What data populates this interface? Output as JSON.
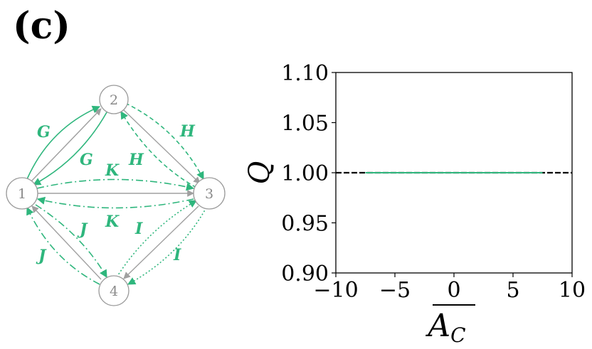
{
  "panel_label": "(c)",
  "network": {
    "nodes": [
      {
        "id": "1",
        "label": "1"
      },
      {
        "id": "2",
        "label": "2"
      },
      {
        "id": "3",
        "label": "3"
      },
      {
        "id": "4",
        "label": "4"
      }
    ],
    "edge_labels": [
      "G",
      "G",
      "H",
      "H",
      "K",
      "K",
      "J",
      "J",
      "I",
      "I"
    ],
    "colors": {
      "gray": "#a0a0a0",
      "green": "#2fb67d"
    }
  },
  "chart_data": {
    "type": "line",
    "xlabel": "A_C",
    "ylabel": "Q",
    "xlim": [
      -10,
      10
    ],
    "ylim": [
      0.9,
      1.1
    ],
    "xticks": [
      "−10",
      "−5",
      "0",
      "5",
      "10"
    ],
    "yticks": [
      "0.90",
      "0.95",
      "1.00",
      "1.05",
      "1.10"
    ],
    "grid": false,
    "series": [
      {
        "color": "#000000",
        "style": "dashed",
        "x": [
          -10,
          10
        ],
        "y": [
          1.0,
          1.0
        ]
      },
      {
        "color": "#2fb67d",
        "style": "solid",
        "x": [
          -7.5,
          7.5
        ],
        "y": [
          1.0,
          1.0
        ]
      }
    ]
  }
}
